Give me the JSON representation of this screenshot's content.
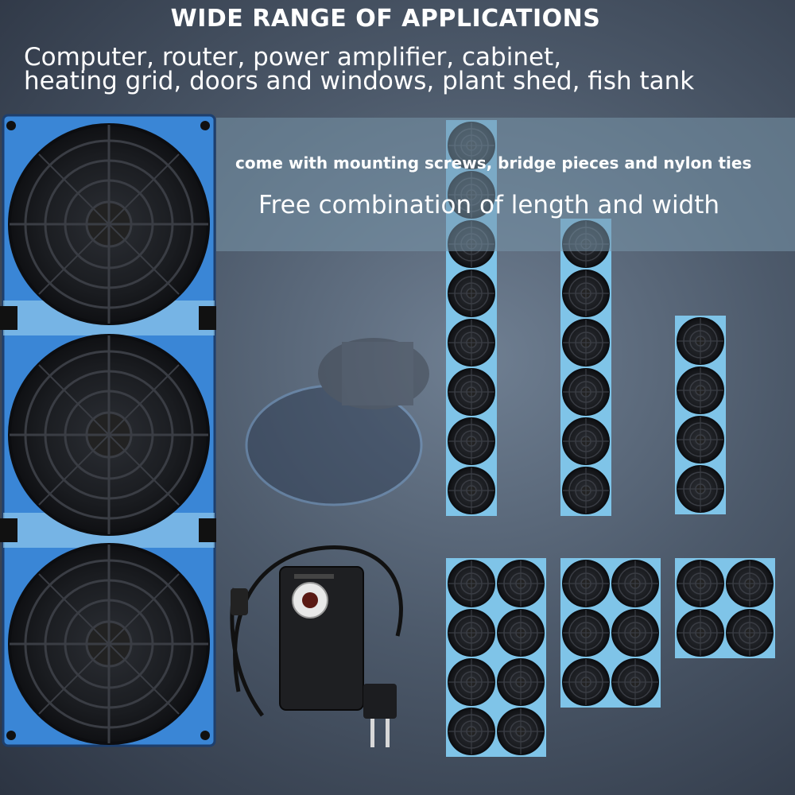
{
  "headline": "WIDE RANGE OF APPLICATIONS",
  "applications_line1": "Computer, router, power amplifier, cabinet,",
  "applications_line2": "heating grid, doors and windows, plant shed, fish tank",
  "accessories_note": "come with mounting screws, bridge pieces and nylon ties",
  "combination_note": "Free combination of length and width",
  "colors": {
    "frame_blue": "#3a86d6",
    "fan_black": "#1a1c20",
    "light_blue": "#7fc4e8",
    "text": "#ffffff"
  },
  "icons": [
    "fan-icon",
    "speed-controller-adapter-icon",
    "power-plug-icon"
  ]
}
